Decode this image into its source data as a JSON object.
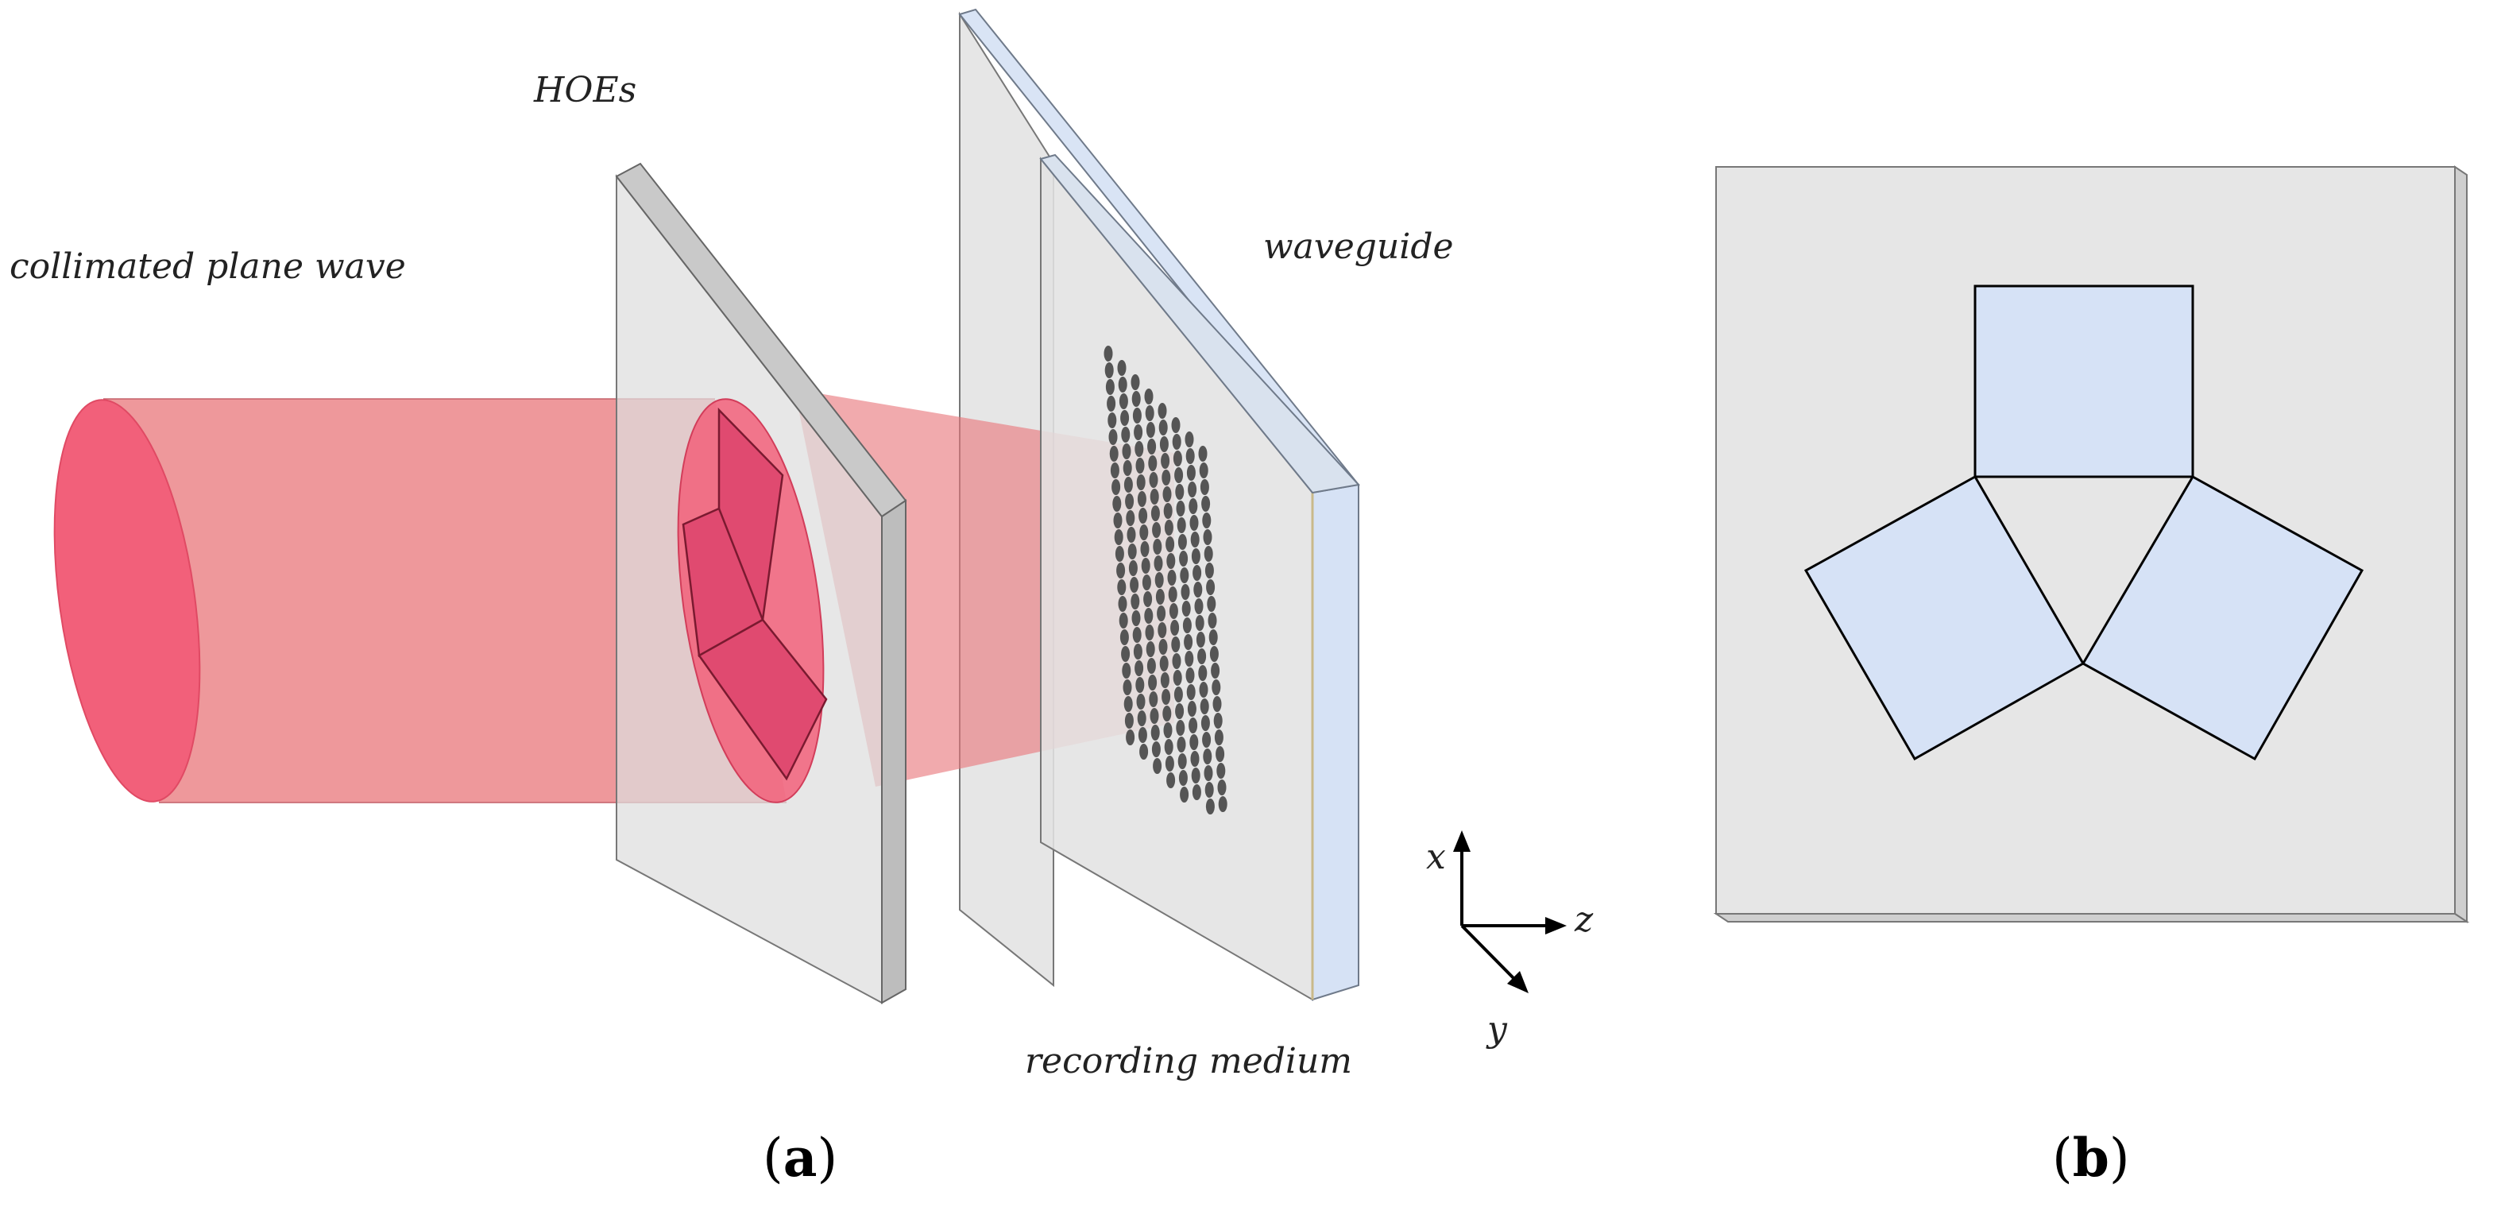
{
  "labels": {
    "hoes": "HOEs",
    "waveguide": "waveguide",
    "wave": "collimated plane wave",
    "medium": "recording medium"
  },
  "axes": {
    "x": "x",
    "y": "y",
    "z": "z"
  },
  "captions": {
    "a_open": "(",
    "a_letter": "a",
    "a_close": ")",
    "b_open": "(",
    "b_letter": "b",
    "b_close": ")"
  },
  "colors": {
    "beam": "#e8767a",
    "beam_face": "#f2607a",
    "plate": "#e4e4e4",
    "waveguide_edge": "#d6e2f5",
    "hoe_square": "#d6e2f6",
    "dots": "#555555"
  }
}
